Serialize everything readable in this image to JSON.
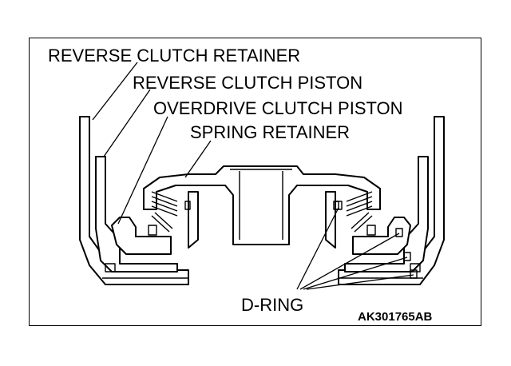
{
  "labels": {
    "reverse_clutch_retainer": "REVERSE CLUTCH RETAINER",
    "reverse_clutch_piston": "REVERSE CLUTCH PISTON",
    "overdrive_clutch_piston": "OVERDRIVE CLUTCH PISTON",
    "spring_retainer": "SPRING RETAINER",
    "d_ring": "D-RING"
  },
  "figure_code": "AK301765AB"
}
